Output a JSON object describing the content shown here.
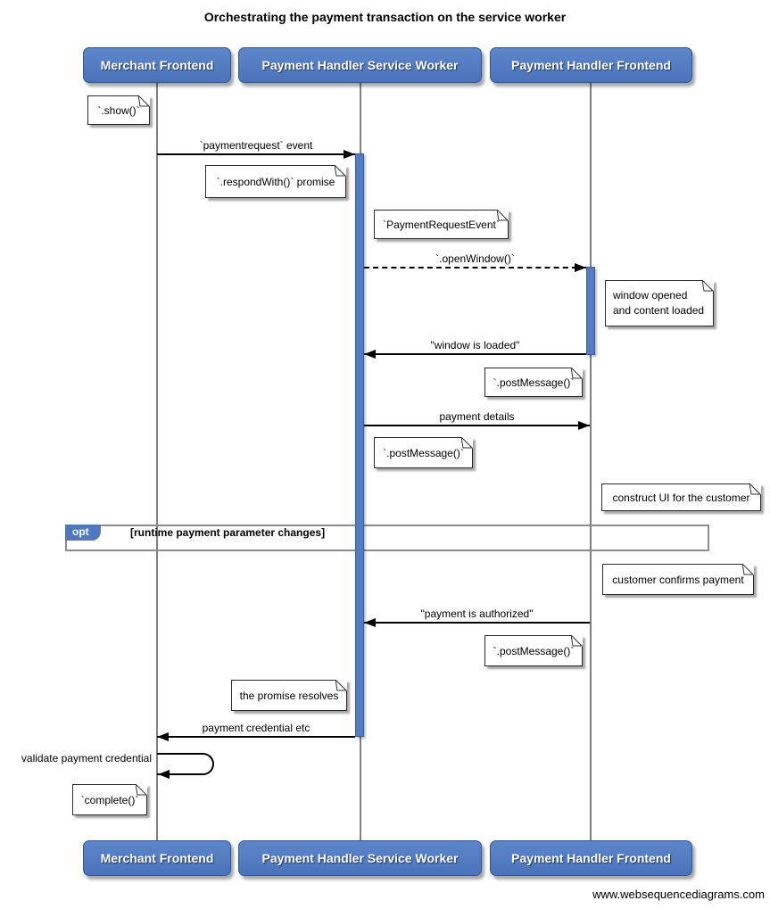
{
  "title": "Orchestrating the payment transaction on the service worker",
  "watermark": "www.websequencediagrams.com",
  "actors": {
    "merchant_frontend": "Merchant Frontend",
    "service_worker": "Payment Handler Service Worker",
    "payment_handler_frontend": "Payment Handler Frontend"
  },
  "messages": {
    "paymentrequest_event": "`paymentrequest` event",
    "open_window": "`.openWindow()`",
    "window_is_loaded": "\"window is loaded\"",
    "payment_details": "payment details",
    "payment_is_authorized": "\"payment is authorized\"",
    "payment_credential_etc": "payment credential etc",
    "validate_payment_credential": "validate payment credential"
  },
  "notes": {
    "show": "`.show()`",
    "respond_with_promise": "`.respondWith()` promise",
    "payment_request_event": "`PaymentRequestEvent`",
    "window_opened": "window opened\nand content loaded",
    "post_message_to_frontend": "`.postMessage()`",
    "post_message_to_worker": "`.postMessage()`",
    "construct_ui": "construct UI for the customer",
    "customer_confirms": "customer confirms payment",
    "post_message_authorized": "`.postMessage()`",
    "promise_resolves": "the promise resolves",
    "complete": "`complete()`"
  },
  "fragment": {
    "operator": "opt",
    "condition": "[runtime payment parameter changes]"
  },
  "colors": {
    "actor_fill": "#4e79c0",
    "activation_fill": "#547cc2",
    "lifeline": "#808080",
    "note_background": "#ffffff",
    "arrow": "#000000"
  }
}
